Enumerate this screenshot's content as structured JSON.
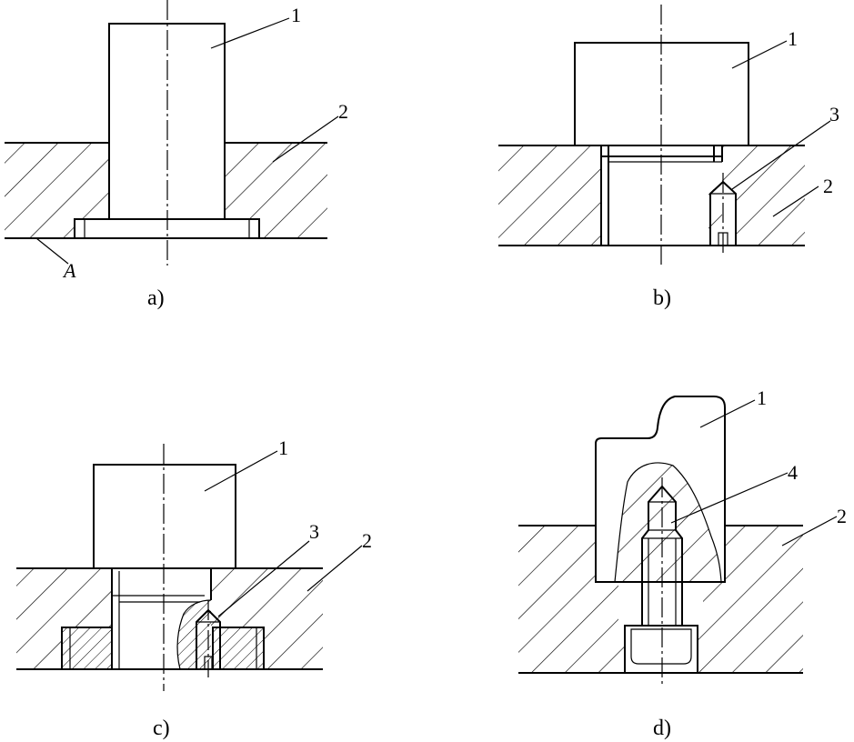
{
  "figures": [
    {
      "caption": "a)",
      "callouts": [
        "1",
        "2"
      ],
      "surface_mark": "A"
    },
    {
      "caption": "b)",
      "callouts": [
        "1",
        "3",
        "2"
      ]
    },
    {
      "caption": "c)",
      "callouts": [
        "1",
        "3",
        "2"
      ]
    },
    {
      "caption": "d)",
      "callouts": [
        "1",
        "4",
        "2"
      ]
    }
  ]
}
